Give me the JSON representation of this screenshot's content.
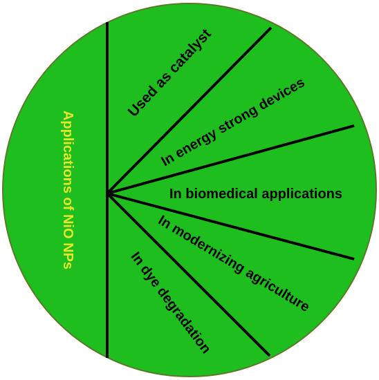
{
  "diagram": {
    "center_title": "Applications of NiO NPs",
    "branches": [
      "Used as catalyst",
      "In energy strong devices",
      "In biomedical applications",
      "In modernizing agriculture",
      "In dye degradation"
    ]
  },
  "colors": {
    "background": "#ffffff",
    "circle_fill": "#1fbe1f",
    "circle_outline": "#5a7a2a",
    "lines": "#000000",
    "title_text": "#e6e629",
    "branch_text": "#000000"
  }
}
